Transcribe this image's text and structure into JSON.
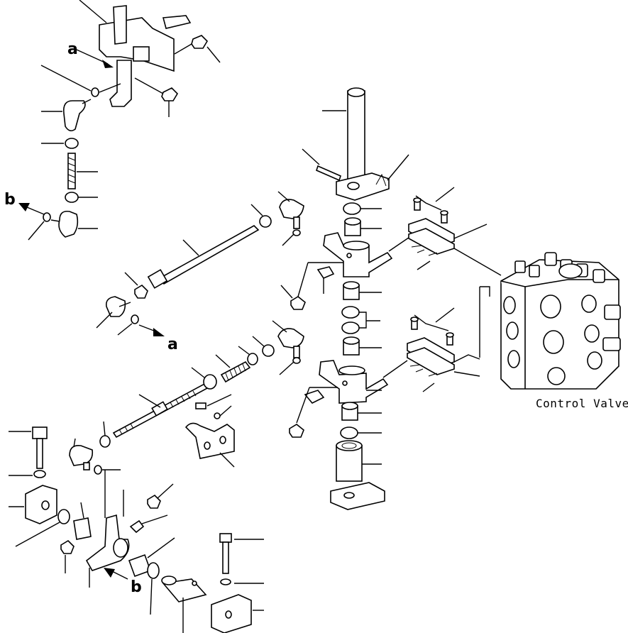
{
  "labels": {
    "a_top": "a",
    "a_bottom": "a",
    "b_left": "b",
    "b_bottom": "b"
  },
  "caption": "Control Valve"
}
